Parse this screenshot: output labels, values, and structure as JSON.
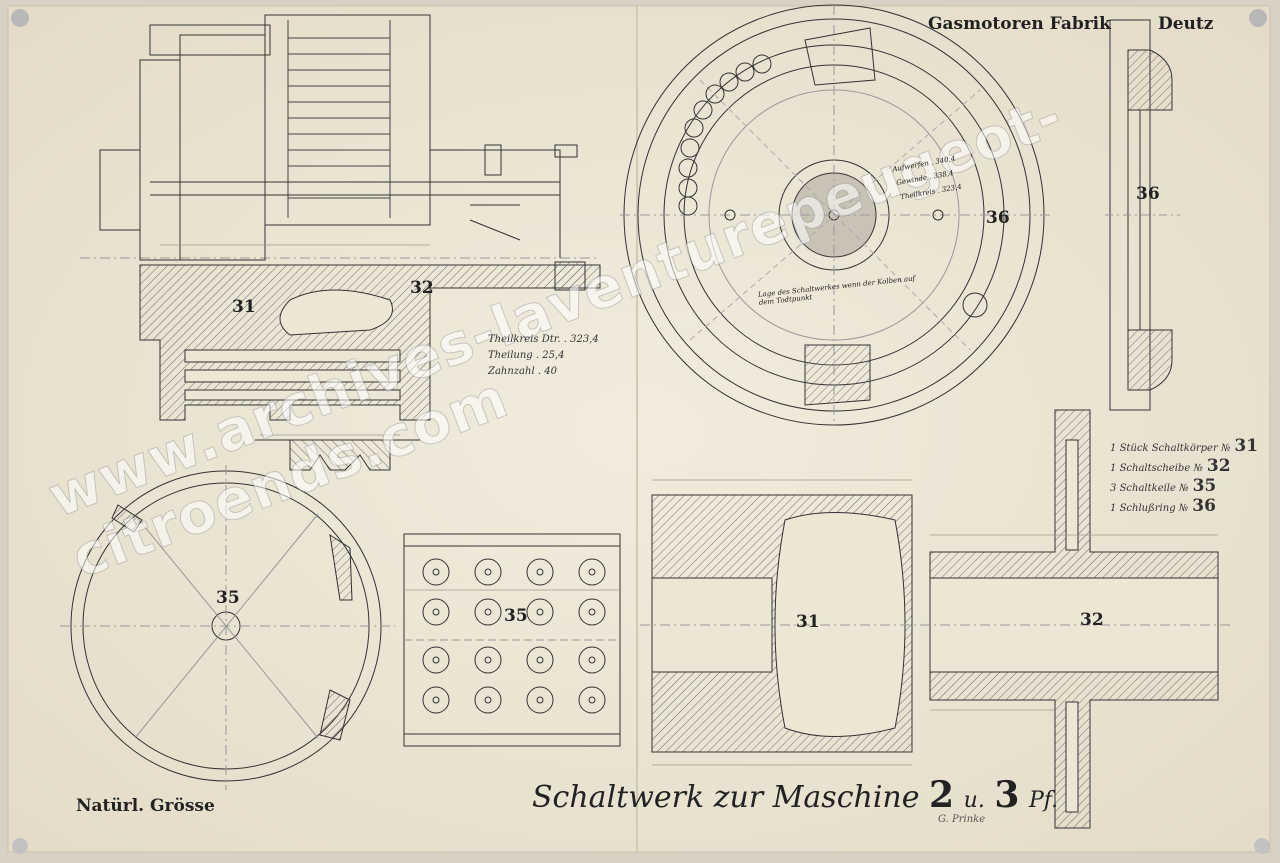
{
  "header": {
    "maker": "Gasmotoren Fabrik",
    "place": "Deutz"
  },
  "title": {
    "main": "Schaltwerk zur Maschine",
    "num1": "2",
    "conj": "u.",
    "num2": "3",
    "unit": "Pf."
  },
  "scale_note": "Natürl. Grösse",
  "signature": "G. Prinke",
  "watermark": "www.archives-laventurepeugeot-citroends.com",
  "parts_list": [
    {
      "qty": "1",
      "name": "Stück Schaltkörper",
      "no_prefix": "№",
      "no": "31"
    },
    {
      "qty": "1",
      "name": "Schaltscheibe",
      "no_prefix": "№",
      "no": "32"
    },
    {
      "qty": "3",
      "name": "Schaltkeile",
      "no_prefix": "№",
      "no": "35"
    },
    {
      "qty": "1",
      "name": "Schlußring",
      "no_prefix": "№",
      "no": "36"
    }
  ],
  "gear_table": [
    {
      "label": "Theilkreis Dtr. .",
      "value": "323,4"
    },
    {
      "label": "Theilung .",
      "value": "25,4"
    },
    {
      "label": "Zahnzahl .",
      "value": "40"
    }
  ],
  "part_labels": {
    "p31_top": "31",
    "p32_top": "32",
    "p36_disc": "36",
    "p36_side": "36",
    "p35_ring": "35",
    "p35_plate": "35",
    "p31_sec": "31",
    "p32_sec": "32"
  },
  "disc_notes": {
    "center_note": "Lage des Schaltwerkes wenn der Kolben auf dem Todtpunkt",
    "right_notes": [
      "Aufwerfen . 340,4",
      "Gewinde . 338,4",
      "Theilkreis . 323,4"
    ]
  },
  "colors": {
    "paper": "#ece6d5",
    "ink": "#2a2a2a",
    "hatch": "#555555",
    "construction": "#9a9a9a"
  }
}
